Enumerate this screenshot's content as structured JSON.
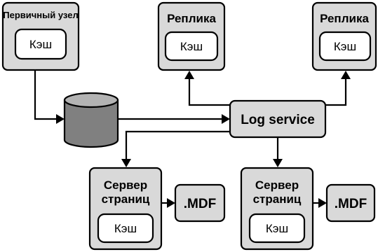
{
  "primary_node": {
    "title": "Первичный узел",
    "cache_label": "Кэш"
  },
  "replica_left": {
    "title": "Реплика",
    "cache_label": "Кэш"
  },
  "replica_right": {
    "title": "Реплика",
    "cache_label": "Кэш"
  },
  "log_service": {
    "label": "Log service"
  },
  "page_server_left": {
    "title_line1": "Сервер",
    "title_line2": "страниц",
    "cache_label": "Кэш"
  },
  "page_server_right": {
    "title_line1": "Сервер",
    "title_line2": "страниц",
    "cache_label": "Кэш"
  },
  "mdf_left": {
    "label": ".MDF"
  },
  "mdf_right": {
    "label": ".MDF"
  },
  "colors": {
    "box_fill": "#d9d9d9",
    "cylinder_fill": "#808080",
    "cylinder_top": "#b3b3b3",
    "cache_fill": "#ffffff",
    "stroke": "#000000"
  }
}
